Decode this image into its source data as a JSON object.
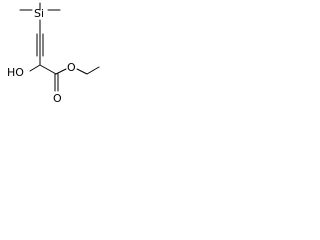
{
  "structure": {
    "atoms": {
      "si": "Si",
      "ho": "HO",
      "o_carbonyl": "O",
      "o_ester": "O"
    },
    "colors": {
      "bond": "#000000",
      "text": "#000000",
      "background": "#ffffff"
    }
  }
}
